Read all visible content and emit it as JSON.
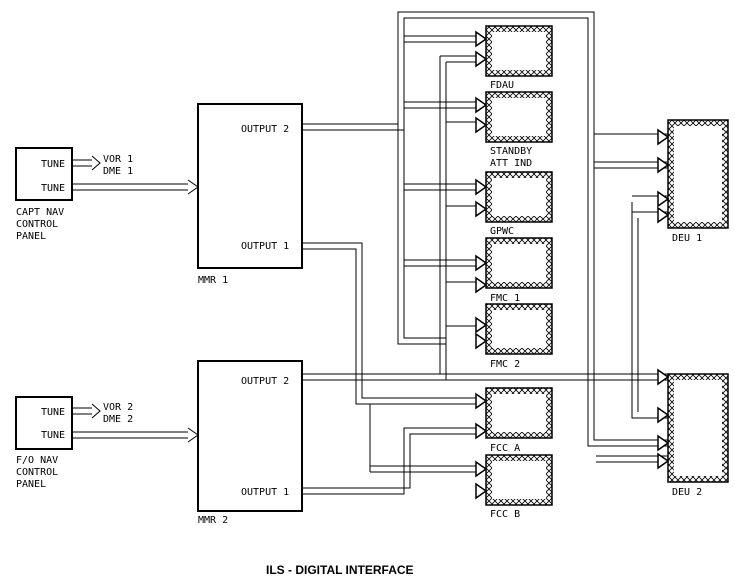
{
  "title": "ILS - DIGITAL INTERFACE",
  "capt_panel": {
    "tune1": "TUNE",
    "tune2": "TUNE",
    "out1": "VOR 1",
    "out2": "DME 1",
    "label": [
      "CAPT NAV",
      "CONTROL",
      "PANEL"
    ]
  },
  "fo_panel": {
    "tune1": "TUNE",
    "tune2": "TUNE",
    "out1": "VOR 2",
    "out2": "DME 2",
    "label": [
      "F/O NAV",
      "CONTROL",
      "PANEL"
    ]
  },
  "mmr1": {
    "label": "MMR 1",
    "out2": "OUTPUT 2",
    "out1": "OUTPUT 1"
  },
  "mmr2": {
    "label": "MMR 2",
    "out2": "OUTPUT 2",
    "out1": "OUTPUT 1"
  },
  "units": {
    "fdau": "FDAU",
    "standby": [
      "STANDBY",
      "ATT IND"
    ],
    "gpwc": "GPWC",
    "fmc1": "FMC 1",
    "fmc2": "FMC 2",
    "fcca": "FCC A",
    "fccb": "FCC B"
  },
  "deu1": "DEU 1",
  "deu2": "DEU 2"
}
